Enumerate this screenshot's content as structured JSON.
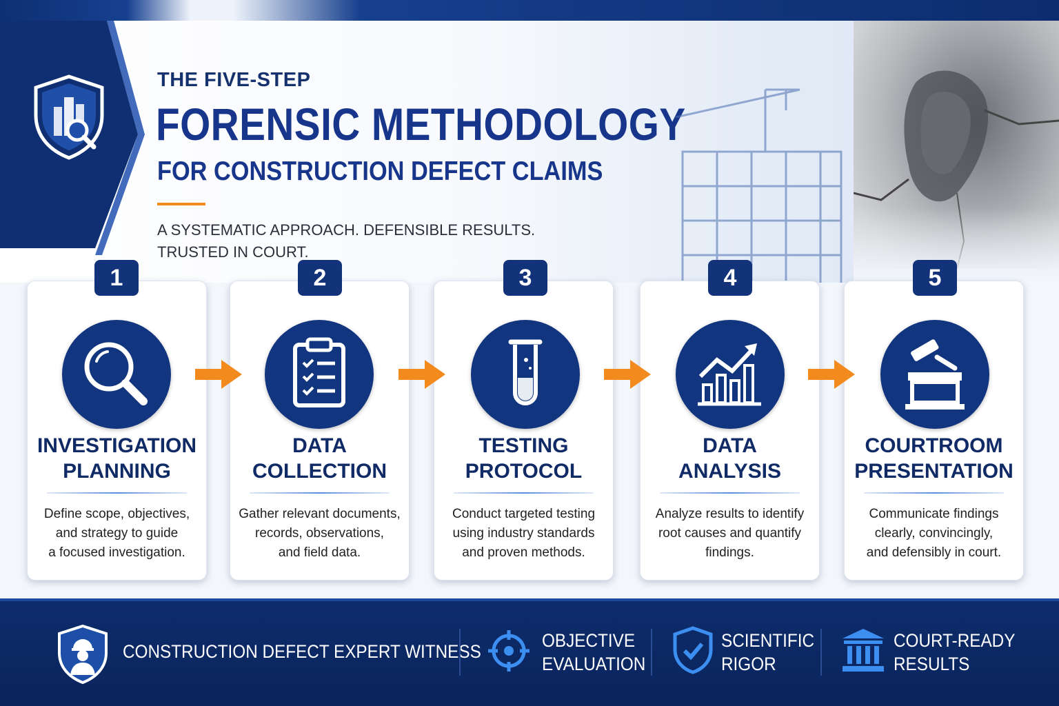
{
  "header": {
    "eyebrow": "THE FIVE-STEP",
    "title": "FORENSIC METHODOLOGY",
    "subtitle": "FOR CONSTRUCTION DEFECT CLAIMS",
    "tagline_line1": "A SYSTEMATIC APPROACH. DEFENSIBLE RESULTS.",
    "tagline_line2": "TRUSTED IN COURT.",
    "logo_icon": "shield-building-magnifier-icon"
  },
  "steps": [
    {
      "number": "1",
      "title_line1": "INVESTIGATION",
      "title_line2": "PLANNING",
      "desc_line1": "Define scope, objectives,",
      "desc_line2": "and strategy to guide",
      "desc_line3": "a focused investigation.",
      "icon": "magnifying-glass-icon"
    },
    {
      "number": "2",
      "title_line1": "DATA",
      "title_line2": "COLLECTION",
      "desc_line1": "Gather relevant documents,",
      "desc_line2": "records, observations,",
      "desc_line3": "and field data.",
      "icon": "clipboard-checklist-icon"
    },
    {
      "number": "3",
      "title_line1": "TESTING",
      "title_line2": "PROTOCOL",
      "desc_line1": "Conduct targeted testing",
      "desc_line2": "using industry standards",
      "desc_line3": "and proven methods.",
      "icon": "test-tube-icon"
    },
    {
      "number": "4",
      "title_line1": "DATA",
      "title_line2": "ANALYSIS",
      "desc_line1": "Analyze results to identify",
      "desc_line2": "root causes and quantify",
      "desc_line3": "findings.",
      "icon": "bar-chart-trend-icon"
    },
    {
      "number": "5",
      "title_line1": "COURTROOM",
      "title_line2": "PRESENTATION",
      "desc_line1": "Communicate findings",
      "desc_line2": "clearly, convincingly,",
      "desc_line3": "and defensibly in court.",
      "icon": "gavel-podium-icon"
    }
  ],
  "footer": {
    "brand": "CONSTRUCTION DEFECT EXPERT WITNESS",
    "brand_icon": "shield-worker-icon",
    "items": [
      {
        "line1": "OBJECTIVE",
        "line2": "EVALUATION",
        "icon": "target-crosshair-icon"
      },
      {
        "line1": "SCIENTIFIC",
        "line2": "RIGOR",
        "icon": "shield-check-icon"
      },
      {
        "line1": "COURT-READY",
        "line2": "RESULTS",
        "icon": "courthouse-icon"
      }
    ]
  },
  "colors": {
    "navy": "#12357f",
    "accent": "#f28a1e",
    "footer": "#0a245c"
  }
}
